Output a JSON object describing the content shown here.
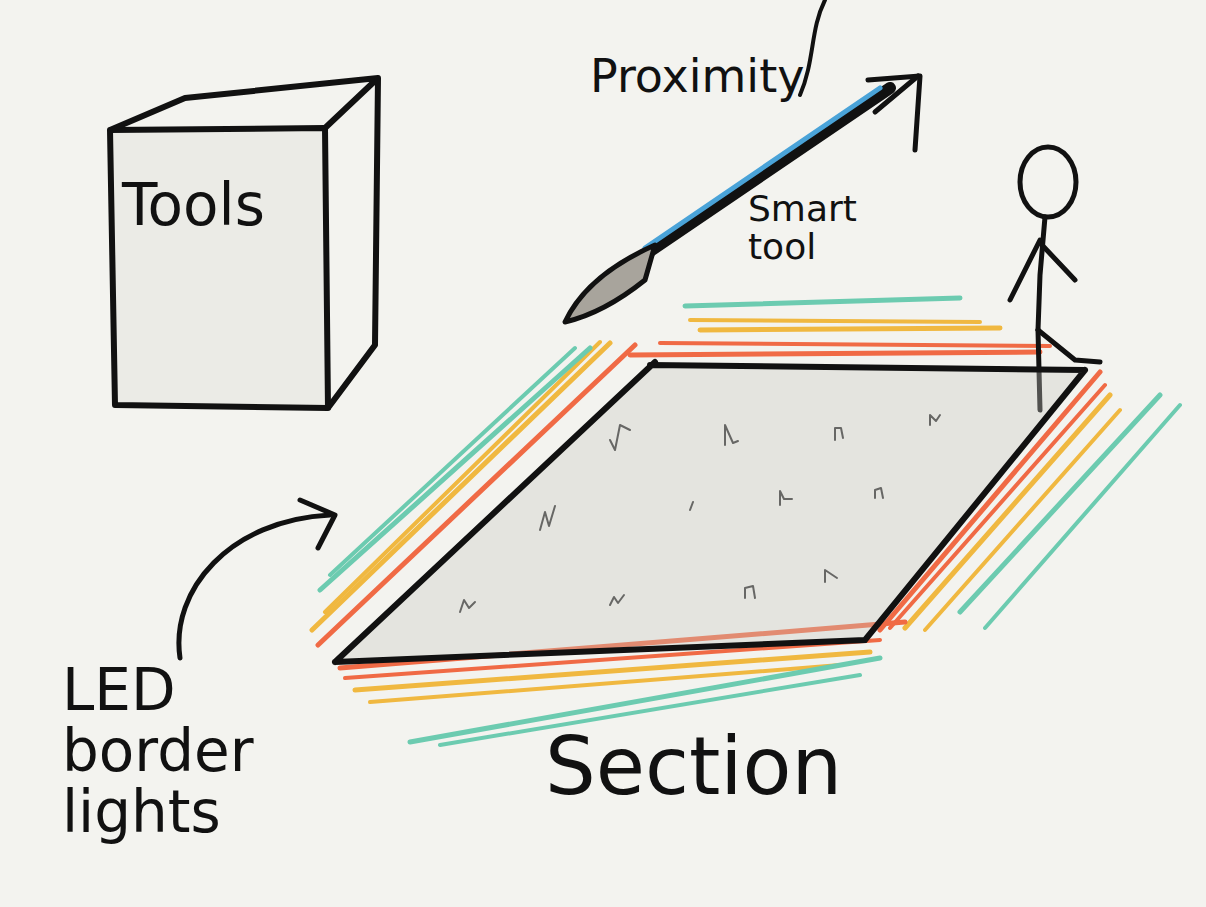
{
  "diagram": {
    "nodes": [
      {
        "text": [
          "Tools"
        ]
      },
      {
        "text": [
          "Section"
        ]
      }
    ],
    "labels": [
      "Proximity",
      "Smart tool",
      "LED border lights"
    ]
  }
}
